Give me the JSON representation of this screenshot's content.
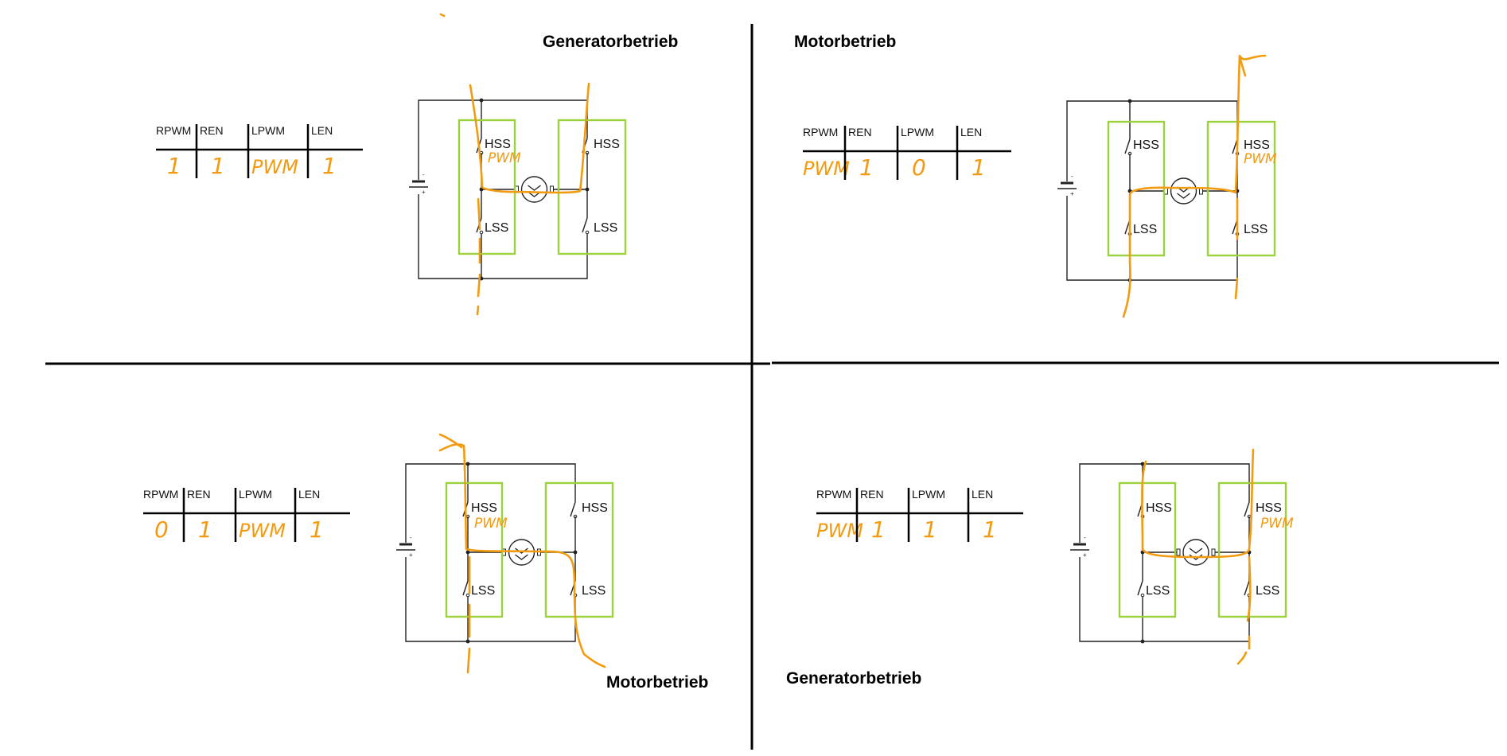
{
  "colors": {
    "annotation": "#f39b10",
    "switch_box": "#9bd23c",
    "line": "#222222"
  },
  "icons": {
    "motor": "motor-icon",
    "battery": "battery-icon",
    "switch": "switch-icon"
  },
  "panels": [
    {
      "id": "top-left",
      "title": "Generatorbetrieb",
      "headers": [
        "RPWM",
        "REN",
        "LPWM",
        "LEN"
      ],
      "values": [
        "1",
        "1",
        "PWM",
        "1"
      ],
      "switches": {
        "hss_left": "HSS",
        "hss_right": "HSS",
        "lss_left": "LSS",
        "lss_right": "LSS"
      },
      "pwm_note": "PWM"
    },
    {
      "id": "top-right",
      "title": "Motorbetrieb",
      "headers": [
        "RPWM",
        "REN",
        "LPWM",
        "LEN"
      ],
      "values": [
        "PWM",
        "1",
        "0",
        "1"
      ],
      "switches": {
        "hss_left": "HSS",
        "hss_right": "HSS",
        "lss_left": "LSS",
        "lss_right": "LSS"
      },
      "pwm_note": "PWM"
    },
    {
      "id": "bottom-left",
      "title": "Motorbetrieb",
      "headers": [
        "RPWM",
        "REN",
        "LPWM",
        "LEN"
      ],
      "values": [
        "0",
        "1",
        "PWM",
        "1"
      ],
      "switches": {
        "hss_left": "HSS",
        "hss_right": "HSS",
        "lss_left": "LSS",
        "lss_right": "LSS"
      },
      "pwm_note": "PWM"
    },
    {
      "id": "bottom-right",
      "title": "Generatorbetrieb",
      "headers": [
        "RPWM",
        "REN",
        "LPWM",
        "LEN"
      ],
      "values": [
        "PWM",
        "1",
        "1",
        "1"
      ],
      "switches": {
        "hss_left": "HSS",
        "hss_right": "HSS",
        "lss_left": "LSS",
        "lss_right": "LSS"
      },
      "pwm_note": "PWM"
    }
  ]
}
